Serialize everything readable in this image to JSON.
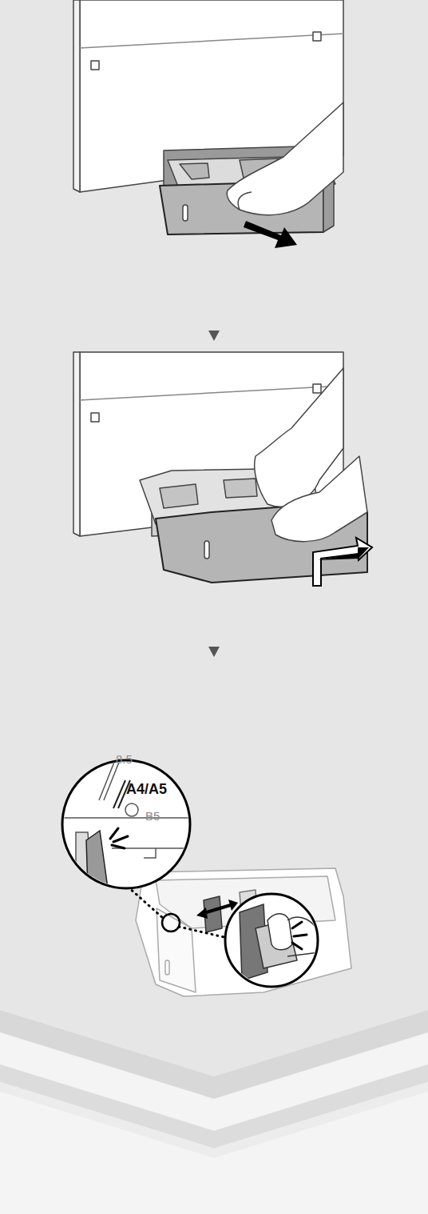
{
  "diagram": {
    "labels": [
      "8.5",
      "A4/A5",
      "B5"
    ]
  }
}
